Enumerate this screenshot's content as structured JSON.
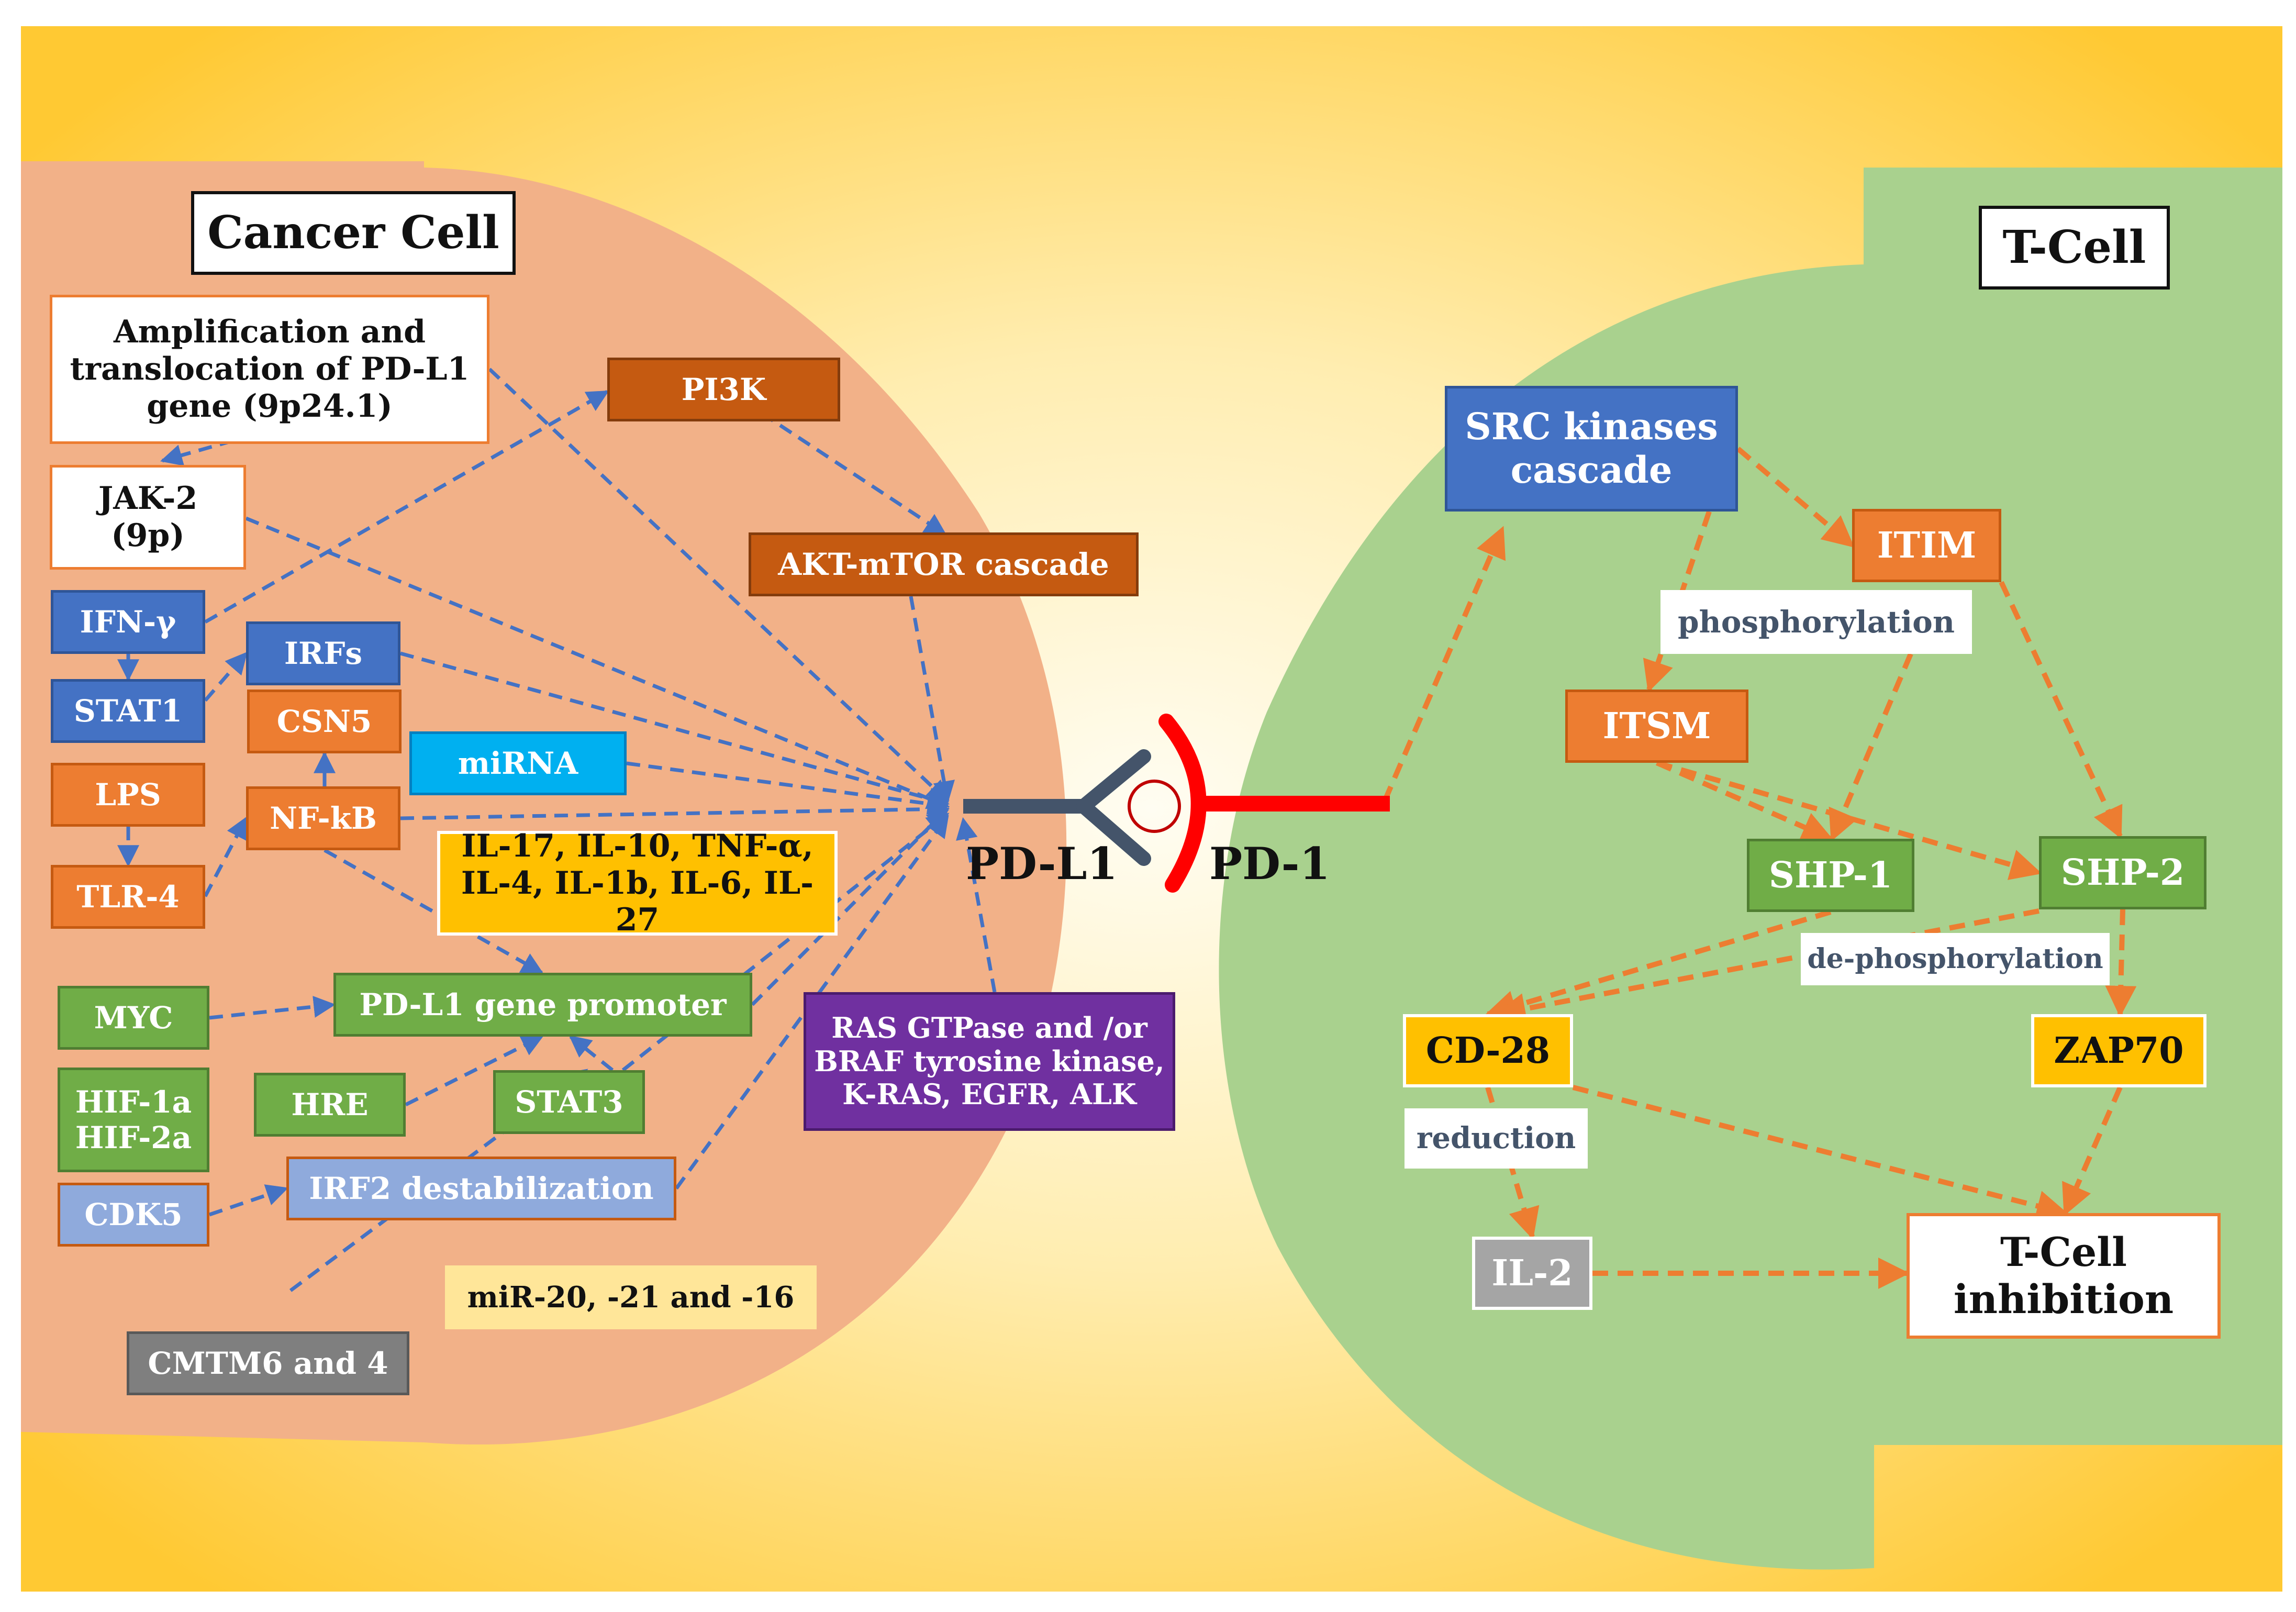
{
  "colors": {
    "background_yellow": "#FFD24A",
    "cancer_cell": "#F2B188",
    "t_cell": "#A9D18E",
    "arrow_blue": "#4472C4",
    "arrow_orange": "#ED7D31",
    "pdl1_receptor": "#44546A",
    "pd1_receptor": "#FF0000"
  },
  "cancer_cell": {
    "title": "Cancer Cell",
    "nodes": {
      "amplification": "Amplification and\ntranslocation of PD-L1\ngene (9p24.1)",
      "jak2": "JAK-2\n(9p)",
      "ifn_gamma": "IFN-γ",
      "stat1": "STAT1",
      "irfs": "IRFs",
      "csn5": "CSN5",
      "lps": "LPS",
      "nfkb": "NF-kB",
      "tlr4": "TLR-4",
      "mirna": "miRNA",
      "pi3k": "PI3K",
      "akt_mtor": "AKT-mTOR cascade",
      "interleukins": "IL-17, IL-10, TNF-α,\nIL-4, IL-1b, IL-6, IL-27",
      "myc": "MYC",
      "pdl1_promoter": "PD-L1 gene promoter",
      "hif": "HIF-1a\nHIF-2a",
      "hre": "HRE",
      "stat3": "STAT3",
      "cdk5": "CDK5",
      "irf2": "IRF2 destabilization",
      "ras": "RAS GTPase and /or\nBRAF tyrosine kinase,\nK-RAS, EGFR, ALK",
      "mir": "miR-20, -21 and -16",
      "cmtm": "CMTM6 and 4"
    }
  },
  "receptors": {
    "pdl1_label": "PD-L1",
    "pd1_label": "PD-1"
  },
  "t_cell": {
    "title": "T-Cell",
    "nodes": {
      "src": "SRC kinases\ncascade",
      "itim": "ITIM",
      "phosphorylation": "phosphorylation",
      "itsm": "ITSM",
      "shp1": "SHP-1",
      "shp2": "SHP-2",
      "dephosphorylation": "de-phosphorylation",
      "cd28": "CD-28",
      "zap70": "ZAP70",
      "reduction": "reduction",
      "il2": "IL-2",
      "inhibition": "T-Cell\ninhibition"
    }
  }
}
